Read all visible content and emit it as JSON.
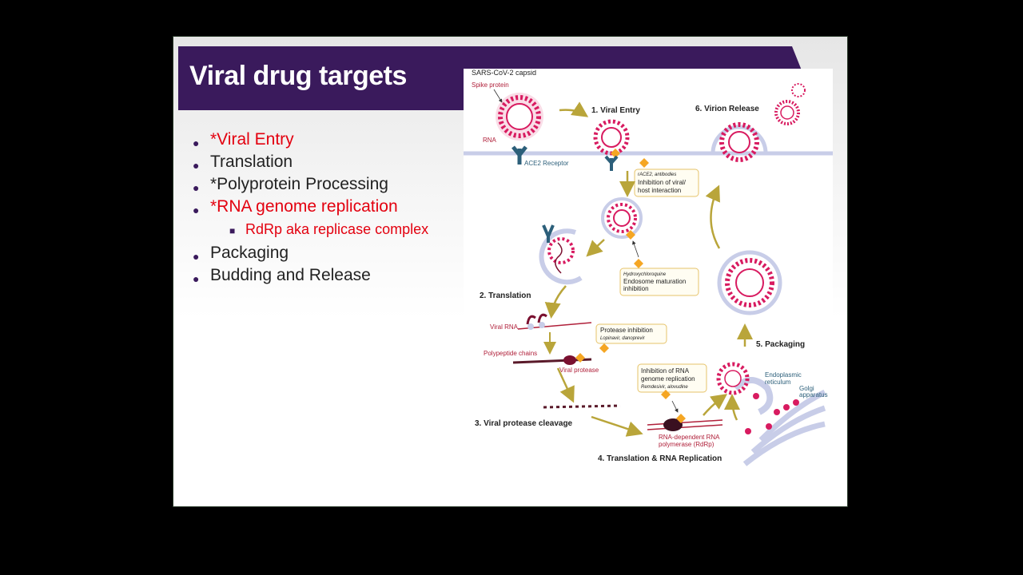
{
  "slide": {
    "title": "Viral drug targets",
    "bullets": [
      {
        "text": "*Viral Entry",
        "color": "#e3000f"
      },
      {
        "text": "Translation",
        "color": "#222222"
      },
      {
        "text": "*Polyprotein Processing",
        "color": "#222222"
      },
      {
        "text": "*RNA genome replication",
        "color": "#e3000f"
      },
      {
        "text": "RdRp aka replicase complex",
        "color": "#e3000f",
        "level": 2
      },
      {
        "text": "Packaging",
        "color": "#222222"
      },
      {
        "text": "Budding and Release",
        "color": "#222222"
      }
    ]
  },
  "diagram": {
    "labels": {
      "capsid": "SARS-CoV-2 capsid",
      "spike": "Spike protein",
      "rna": "RNA",
      "ace2": "ACE2 Receptor",
      "step1": "1. Viral Entry",
      "step6": "6. Virion Release",
      "step2": "2. Translation",
      "step3": "3. Viral protease cleavage",
      "step4": "4. Translation & RNA Replication",
      "step5": "5. Packaging",
      "viral_rna": "Viral RNA",
      "polypeptide": "Polypeptide chains",
      "viral_protease": "Viral protease",
      "rdrp_1": "RNA-dependent RNA",
      "rdrp_2": "polymerase (RdRp)",
      "er_1": "Endoplasmic",
      "er_2": "reticulum",
      "golgi_1": "Golgi",
      "golgi_2": "apparatus"
    },
    "boxes": {
      "entry_drug": "rACE2, antibodies",
      "entry_1": "Inhibition of viral/",
      "entry_2": "host interaction",
      "endo_drug": "Hydroxychloroquine",
      "endo_1": "Endosome maturation",
      "endo_2": "inhibition",
      "prot_1": "Protease inhibition",
      "prot_drug": "Lopinavir, danoprevir",
      "rep_1": "Inhibition of RNA",
      "rep_2": "genome replication",
      "rep_drug": "Remdesivir, alovudine"
    },
    "colors": {
      "virus": "#d81b60",
      "membrane": "#c8cde8",
      "arrow": "#b9a53a",
      "drug": "#f5a623",
      "receptor": "#2c5f7a",
      "label_red": "#b0203a"
    }
  }
}
